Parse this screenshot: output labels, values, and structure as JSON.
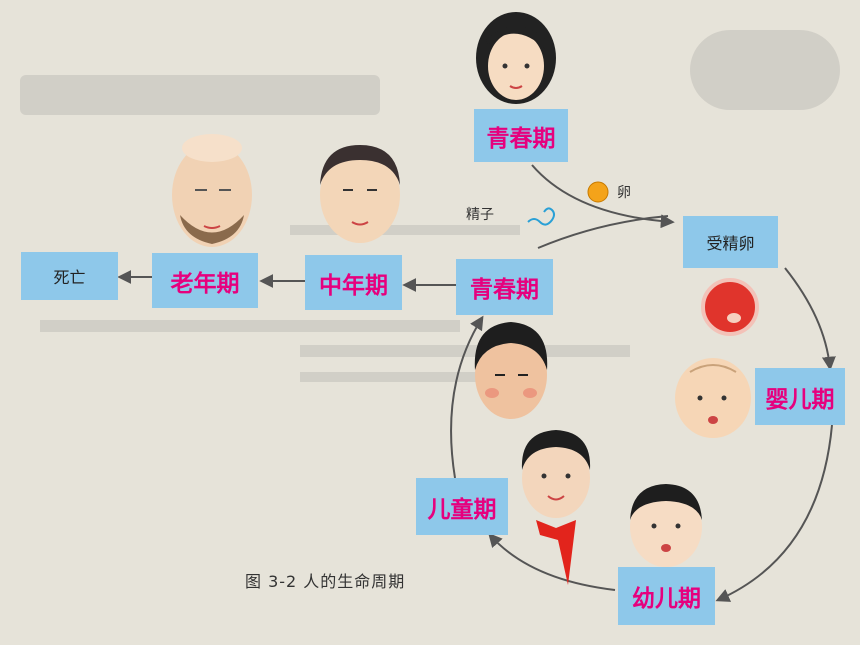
{
  "diagram": {
    "caption": "图 3-2  人的生命周期",
    "stages": {
      "youth_top": "青春期",
      "fertilized_egg": "受精卵",
      "infancy": "婴儿期",
      "early_childhood": "幼儿期",
      "childhood": "儿童期",
      "youth_mid": "青春期",
      "middle_age": "中年期",
      "old_age": "老年期",
      "death": "死亡"
    },
    "labels": {
      "egg": "卵",
      "sperm": "精子"
    },
    "colors": {
      "box_fill": "#8ec8ea",
      "label_text": "#e6007e",
      "arrow": "#555555",
      "background": "#e6e3d9"
    }
  }
}
